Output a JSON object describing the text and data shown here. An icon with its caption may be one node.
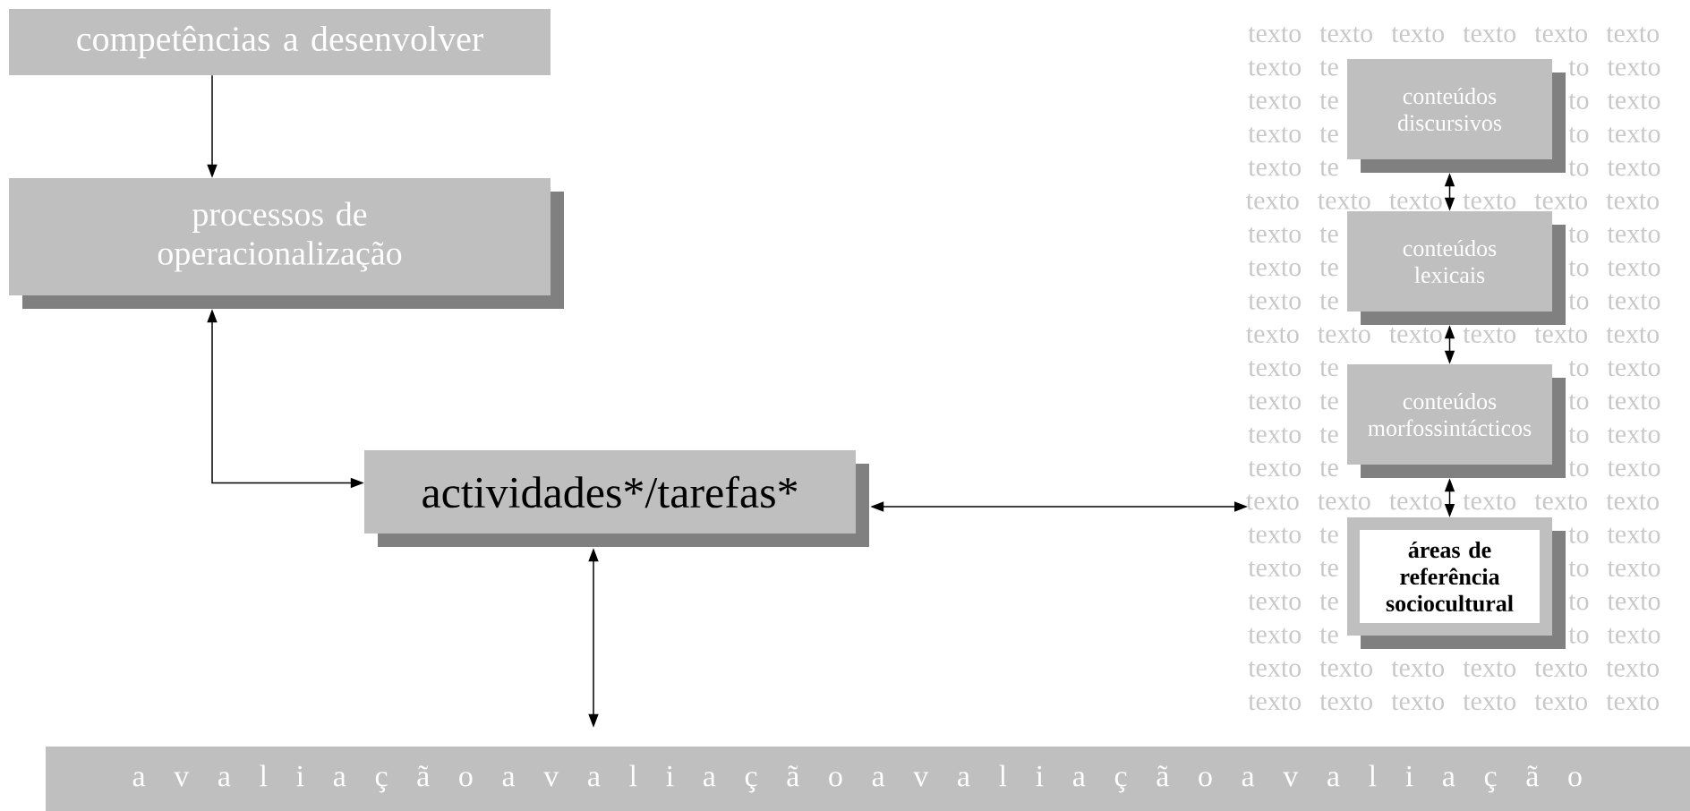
{
  "diagram": {
    "nodes": [
      {
        "text": [
          "competências a desenvolver"
        ]
      },
      {
        "text": [
          "processos de operacionalização"
        ]
      },
      {
        "text": [
          "actividades*/tarefas*"
        ]
      },
      {
        "text": [
          "a v a l i a ç ã o a v a l i a ç ã o a v a l i a ç ã o a v a l i a ç ã o"
        ]
      },
      {
        "text": [
          "texto texto texto texto texto texto",
          "texto te",
          "to texto",
          "texto te",
          "to texto",
          "texto te",
          "to texto",
          "texto te",
          "to texto",
          "texto texto texto",
          "texto texto texto",
          "texto te",
          "to texto",
          "texto te",
          "to texto",
          "texto te",
          "to texto",
          "texto texto texto",
          "texto texto texto",
          "texto te",
          "to texto",
          "texto te",
          "to texto",
          "texto te",
          "to texto",
          "texto te",
          "to texto",
          "texto texto texto",
          "texto texto texto",
          "texto te",
          "to texto",
          "texto te",
          "to texto",
          "texto te",
          "to texto",
          "texto te",
          "to texto",
          "texto texto texto texto texto texto",
          "texto texto texto texto texto texto"
        ]
      },
      {
        "text": [
          "conteúdos discursivos"
        ],
        "in": 4
      },
      {
        "text": [
          "conteúdos lexicais"
        ],
        "in": 4
      },
      {
        "text": [
          "conteúdos morfossintácticos"
        ],
        "in": 4
      },
      {
        "text": [
          "áreas de referência sociocultural"
        ],
        "in": 4
      }
    ],
    "edges": [
      {
        "from": 0,
        "to": 1,
        "arrow": "to"
      },
      {
        "from": 1,
        "to": 2,
        "arrow": "both"
      },
      {
        "from": 2,
        "to": 4,
        "arrow": "both"
      },
      {
        "from": 2,
        "to": 3,
        "arrow": "both"
      },
      {
        "from": 5,
        "to": 6,
        "arrow": "both"
      },
      {
        "from": 6,
        "to": 7,
        "arrow": "both"
      },
      {
        "from": 7,
        "to": 8,
        "arrow": "both"
      }
    ]
  }
}
